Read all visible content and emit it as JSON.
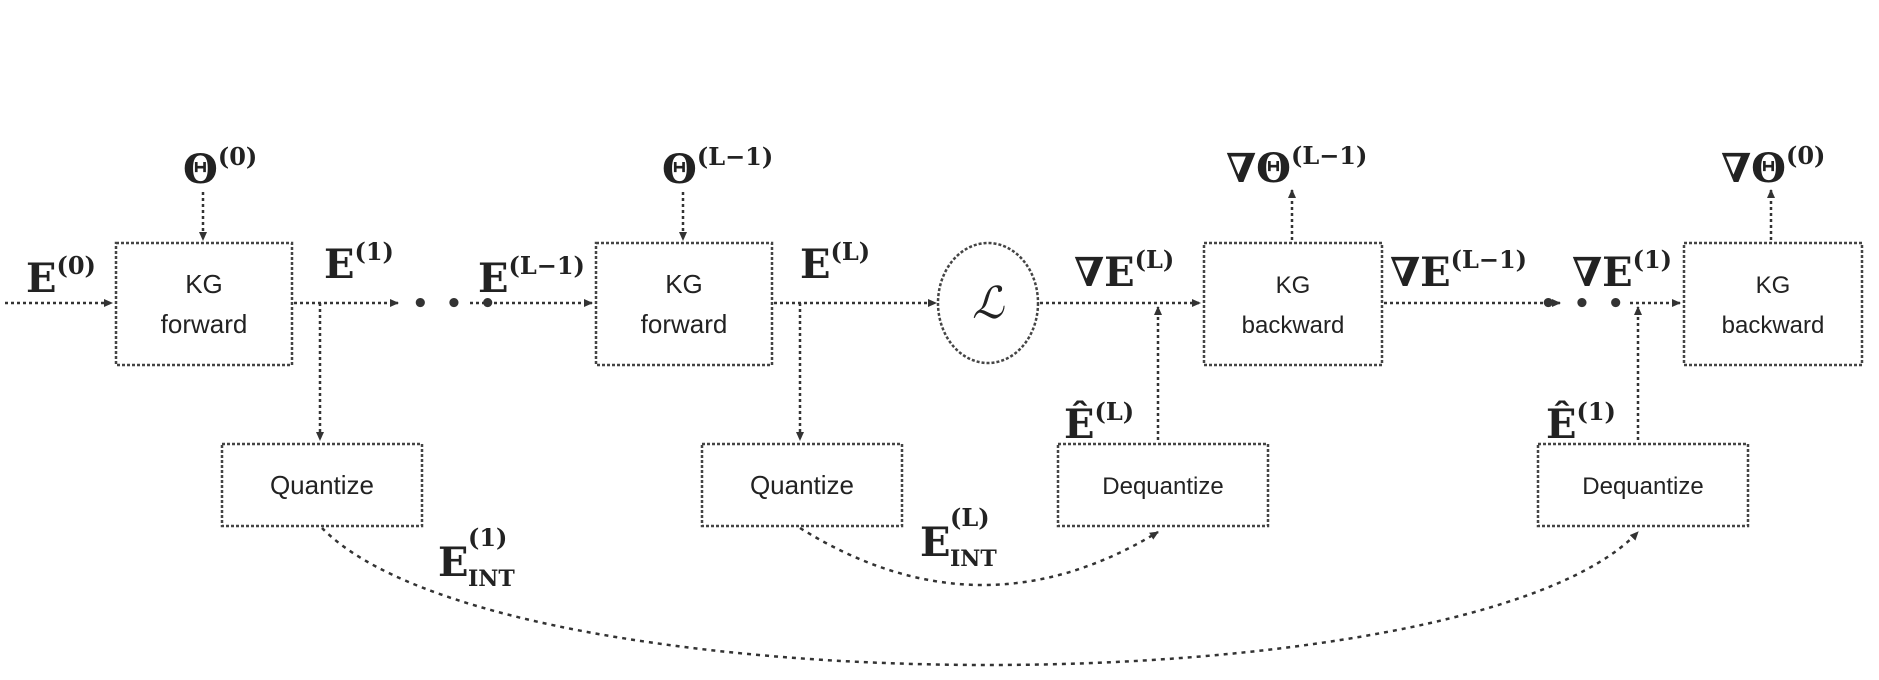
{
  "blocks": {
    "forward_1": {
      "line1": "KG",
      "line2": "forward"
    },
    "forward_L": {
      "line1": "KG",
      "line2": "forward"
    },
    "backward_L": {
      "line1": "KG",
      "line2": "backward"
    },
    "backward_1": {
      "line1": "KG",
      "line2": "backward"
    },
    "quantize_1": {
      "label": "Quantize"
    },
    "quantize_L": {
      "label": "Quantize"
    },
    "dequantize_L": {
      "label": "Dequantize"
    },
    "dequantize_1": {
      "label": "Dequantize"
    }
  },
  "loss": {
    "symbol": "ℒ"
  },
  "ellipsis": "• • •",
  "symbols": {
    "E0": {
      "main": "E",
      "sup": "(0)"
    },
    "E1": {
      "main": "E",
      "sup": "(1)"
    },
    "ELm1": {
      "main": "E",
      "sup": "(L−1)"
    },
    "EL": {
      "main": "E",
      "sup": "(L)"
    },
    "Theta0": {
      "main": "Θ",
      "sup": "(0)"
    },
    "ThetaLm1": {
      "main": "Θ",
      "sup": "(L−1)"
    },
    "gradEL": {
      "main": "∇E",
      "sup": "(L)"
    },
    "gradELm1": {
      "main": "∇E",
      "sup": "(L−1)"
    },
    "gradE1": {
      "main": "∇E",
      "sup": "(1)"
    },
    "gradThetaLm1": {
      "main": "∇Θ",
      "sup": "(L−1)"
    },
    "gradTheta0": {
      "main": "∇Θ",
      "sup": "(0)"
    },
    "EhatL": {
      "main": "Ê",
      "sup": "(L)"
    },
    "Ehat1": {
      "main": "Ê",
      "sup": "(1)"
    },
    "EintL": {
      "main": "E",
      "sup": "(L)",
      "sub": "INT"
    },
    "Eint1": {
      "main": "E",
      "sup": "(1)",
      "sub": "INT"
    }
  }
}
